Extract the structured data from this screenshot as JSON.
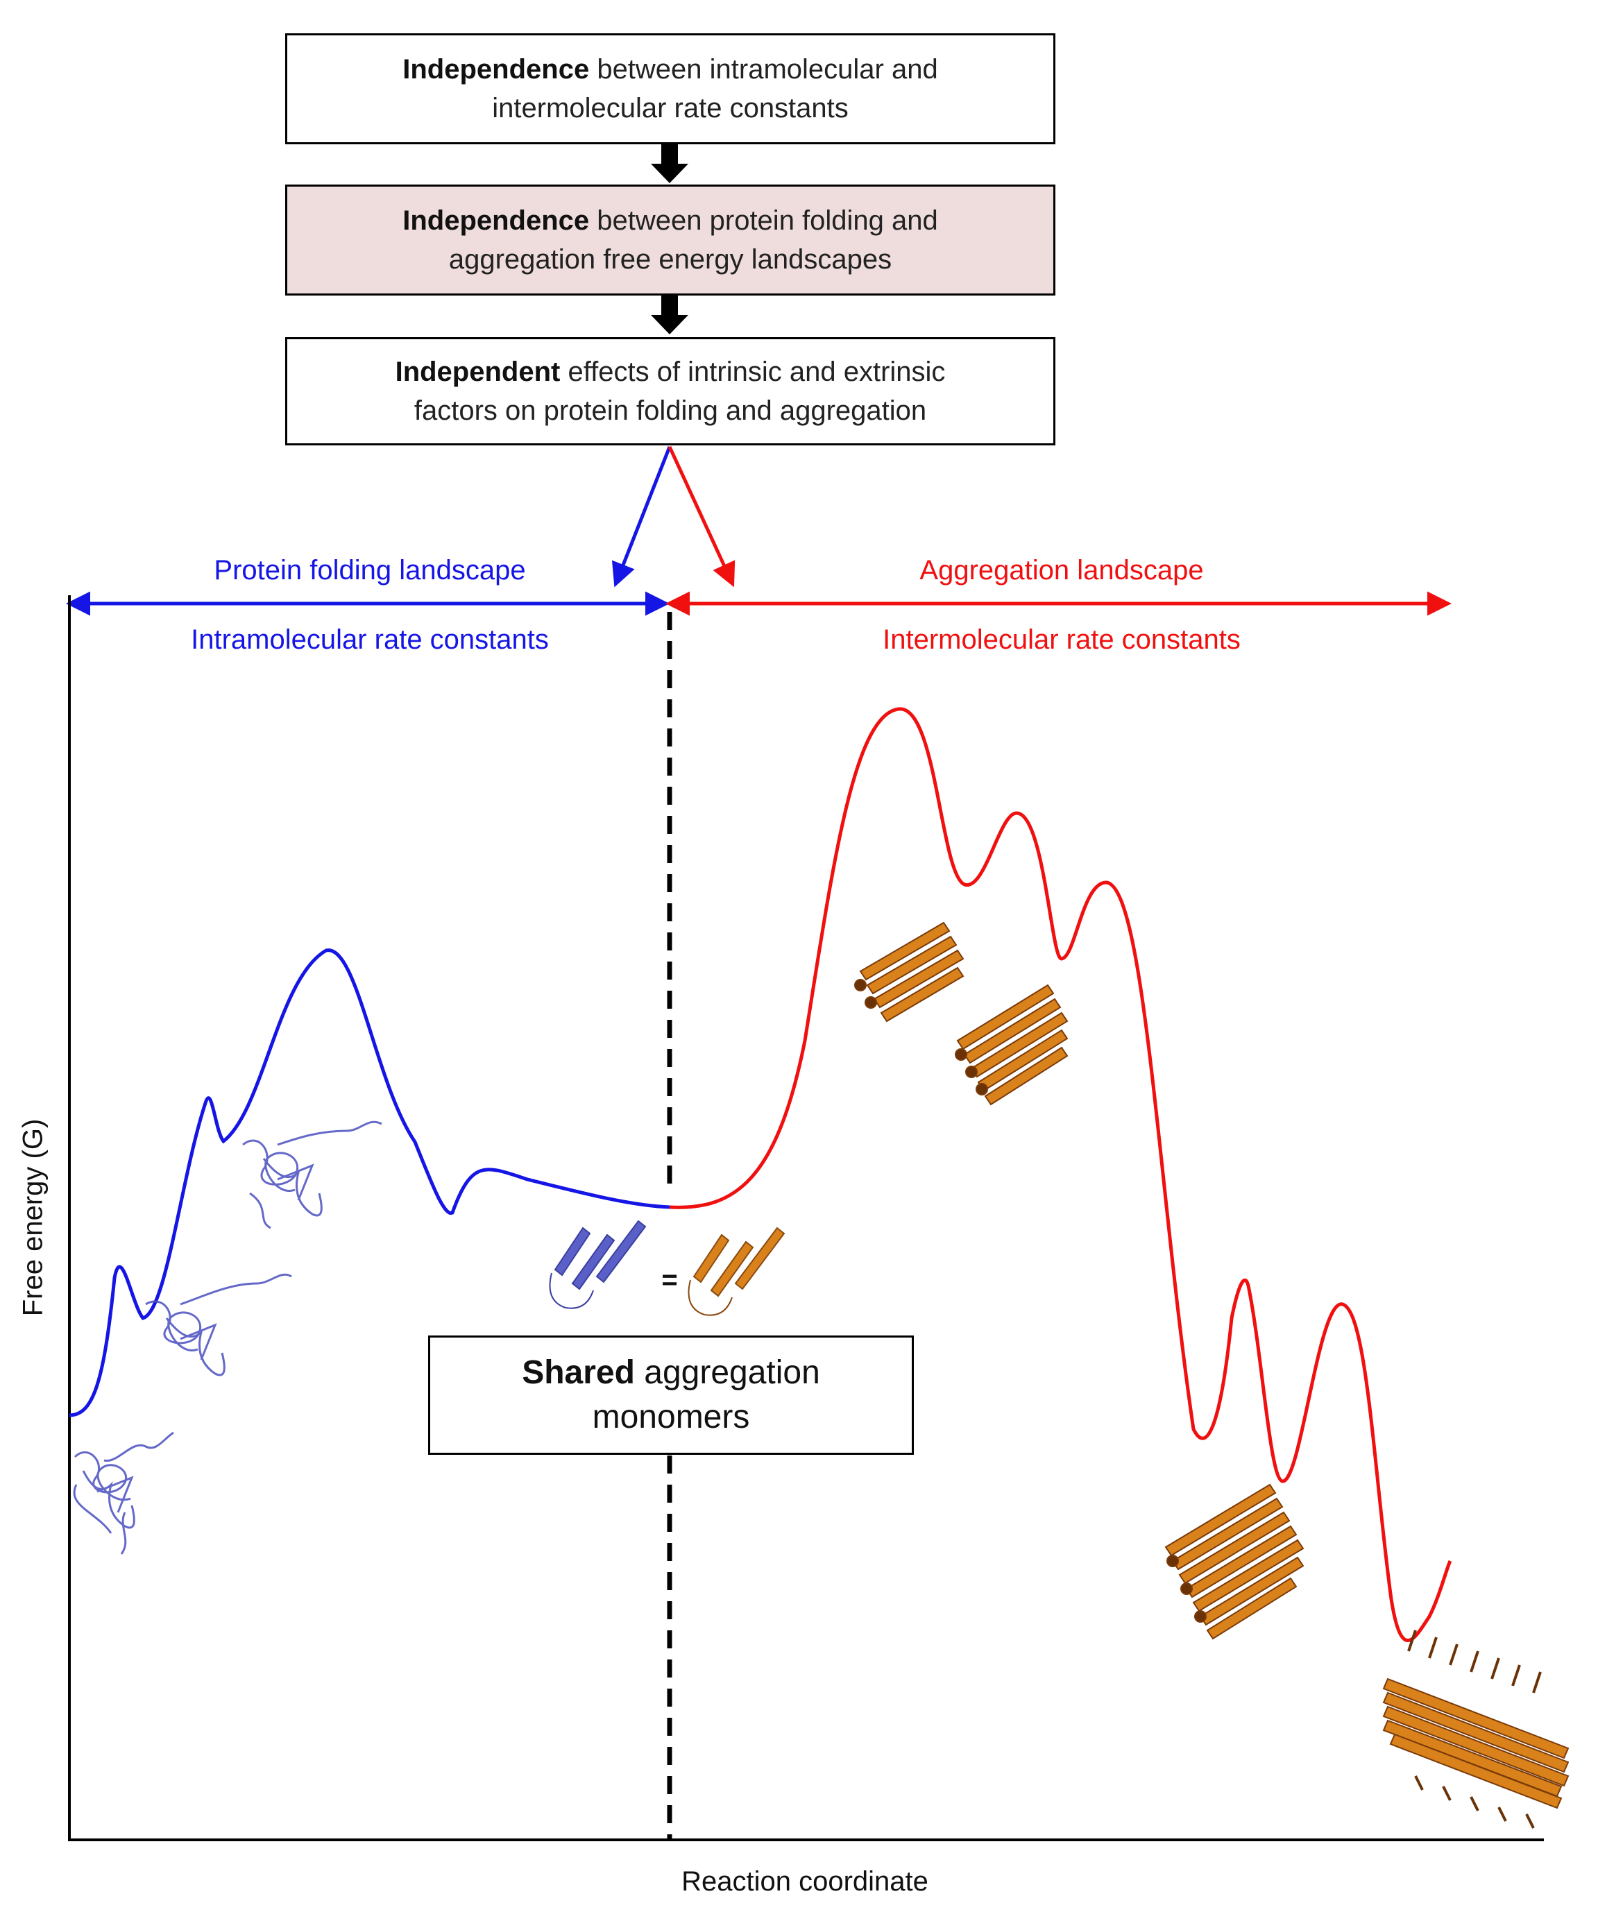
{
  "flow": {
    "box1": {
      "bold": "Independence",
      "rest1": " between intramolecular and",
      "line2": "intermolecular rate constants"
    },
    "box2": {
      "bold": "Independence",
      "rest1": " between protein folding and",
      "line2": "aggregation free energy landscapes",
      "fill": "#efdcdc"
    },
    "box3": {
      "bold": "Independent",
      "rest1": " effects of intrinsic and extrinsic",
      "line2": "factors on protein folding and aggregation"
    }
  },
  "landscapes": {
    "folding": {
      "title": "Protein folding landscape",
      "subtitle": "Intramolecular rate constants",
      "color": "#1515e6"
    },
    "aggregation": {
      "title": "Aggregation landscape",
      "subtitle": "Intermolecular rate constants",
      "color": "#f01010"
    }
  },
  "shared": {
    "bold": "Shared",
    "rest1": " aggregation",
    "line2": "monomers",
    "equals": "="
  },
  "axes": {
    "y_label": "Free energy (G)",
    "x_label": "Reaction coordinate"
  },
  "structures": {
    "folding_color": "#4a50c0",
    "aggregate_color": "#d9821c"
  }
}
